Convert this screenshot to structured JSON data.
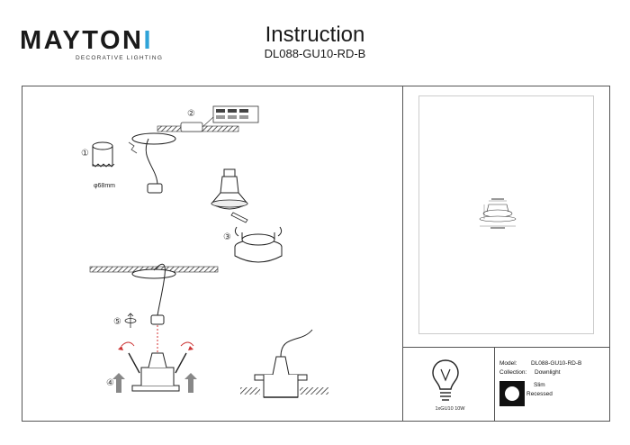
{
  "brand": {
    "logo_text": "MAYTONI",
    "tagline": "DECORATIVE LIGHTING",
    "accent_color": "#2fa3d8"
  },
  "header": {
    "title": "Instruction",
    "subtitle": "DL088-GU10-RD-B"
  },
  "steps": {
    "step1": "①",
    "step2": "②",
    "step3": "③",
    "step4": "④",
    "step5": "⑤",
    "hole_size": "φ68mm"
  },
  "bulb_spec": {
    "power": "1xGU10 10W"
  },
  "product": {
    "model_label": "Model:",
    "model_value": "DL088-GU10-RD-B",
    "collection_label": "Collection:",
    "collection_value": "Downlight",
    "style": "Slim",
    "mount": "Recessed",
    "finish_color": "#111111"
  }
}
